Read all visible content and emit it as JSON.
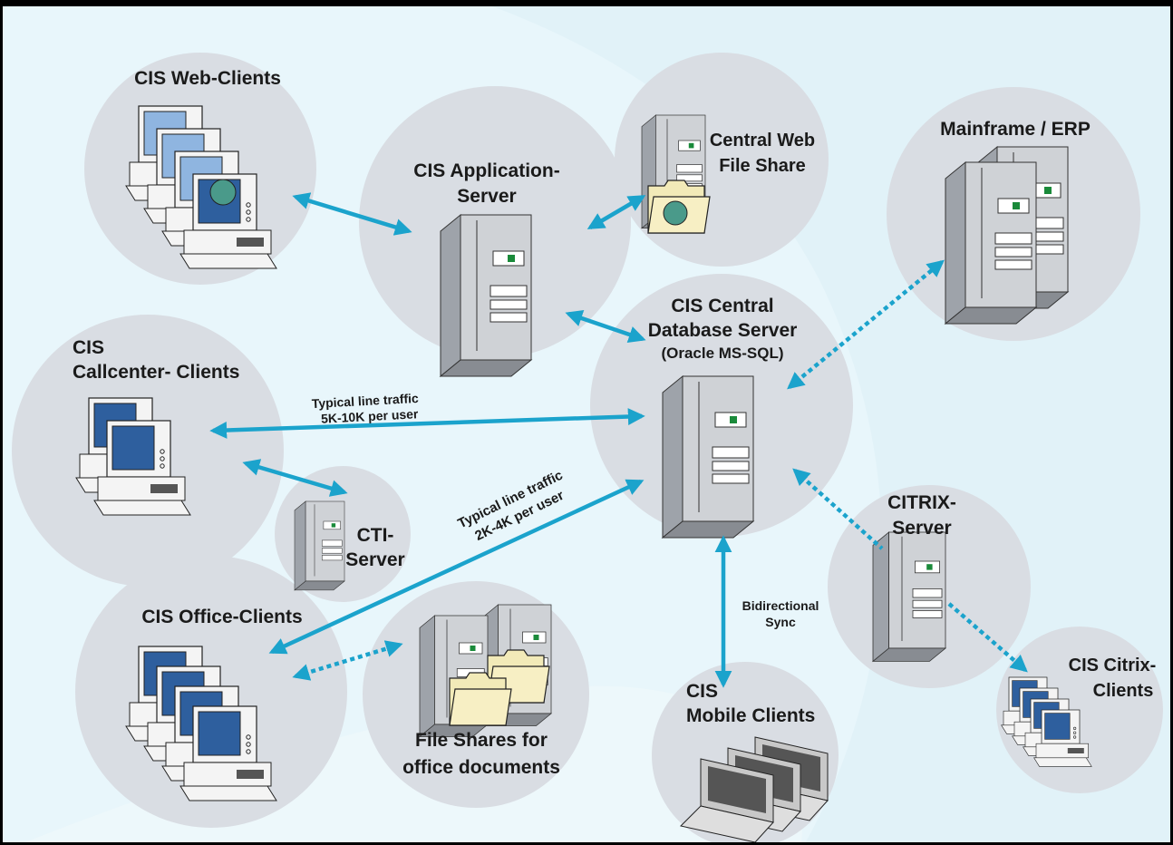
{
  "nodes": {
    "web_clients": "CIS Web-Clients",
    "app_server_1": "CIS Application-",
    "app_server_2": "Server",
    "web_file_share_1": "Central Web",
    "web_file_share_2": "File Share",
    "mainframe": "Mainframe / ERP",
    "db_server_1": "CIS Central",
    "db_server_2": "Database Server",
    "db_server_3": "(Oracle MS-SQL)",
    "callcenter_1": "CIS",
    "callcenter_2": "Callcenter- Clients",
    "cti_1": "CTI-",
    "cti_2": "Server",
    "office_clients": "CIS Office-Clients",
    "file_shares_1": "File Shares for",
    "file_shares_2": "office documents",
    "mobile_1": "CIS",
    "mobile_2": "Mobile Clients",
    "citrix_server_1": "CITRIX-",
    "citrix_server_2": "Server",
    "citrix_clients_1": "CIS Citrix-",
    "citrix_clients_2": "Clients"
  },
  "annotations": {
    "traffic_callcenter_1": "Typical line traffic",
    "traffic_callcenter_2": "5K-10K per user",
    "traffic_office_1": "Typical line traffic",
    "traffic_office_2": "2K-4K per user",
    "sync_1": "Bidirectional",
    "sync_2": "Sync"
  },
  "colors": {
    "arrow": "#1ba3cc",
    "circle": "#d9dde3",
    "screen": "#2e5f9e",
    "screen_light": "#7fa8d8",
    "case": "#c9ccd0",
    "folder": "#f2eab8"
  }
}
